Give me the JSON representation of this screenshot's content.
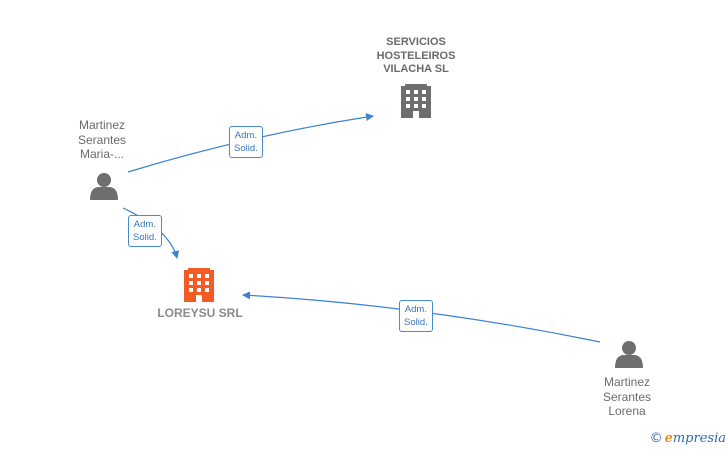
{
  "nodes": {
    "person_maria": {
      "label": "Martinez\nSerantes\nMaria-..."
    },
    "person_lorena": {
      "label": "Martinez\nSerantes\nLorena"
    },
    "company_servicios": {
      "label": "SERVICIOS\nHOSTELEIROS\nVILACHA  SL"
    },
    "company_loreysu": {
      "label": "LOREYSU SRL"
    }
  },
  "edges": [
    {
      "label": "Adm.\nSolid."
    },
    {
      "label": "Adm.\nSolid."
    },
    {
      "label": "Adm.\nSolid."
    }
  ],
  "colors": {
    "edge": "#3d82d0",
    "person_icon": "#6e6e6e",
    "company_icon": "#6e6e6e",
    "highlight_company_icon": "#f25c24"
  },
  "watermark": {
    "copyright": "©",
    "brand_first": "e",
    "brand_rest": "mpresia"
  }
}
